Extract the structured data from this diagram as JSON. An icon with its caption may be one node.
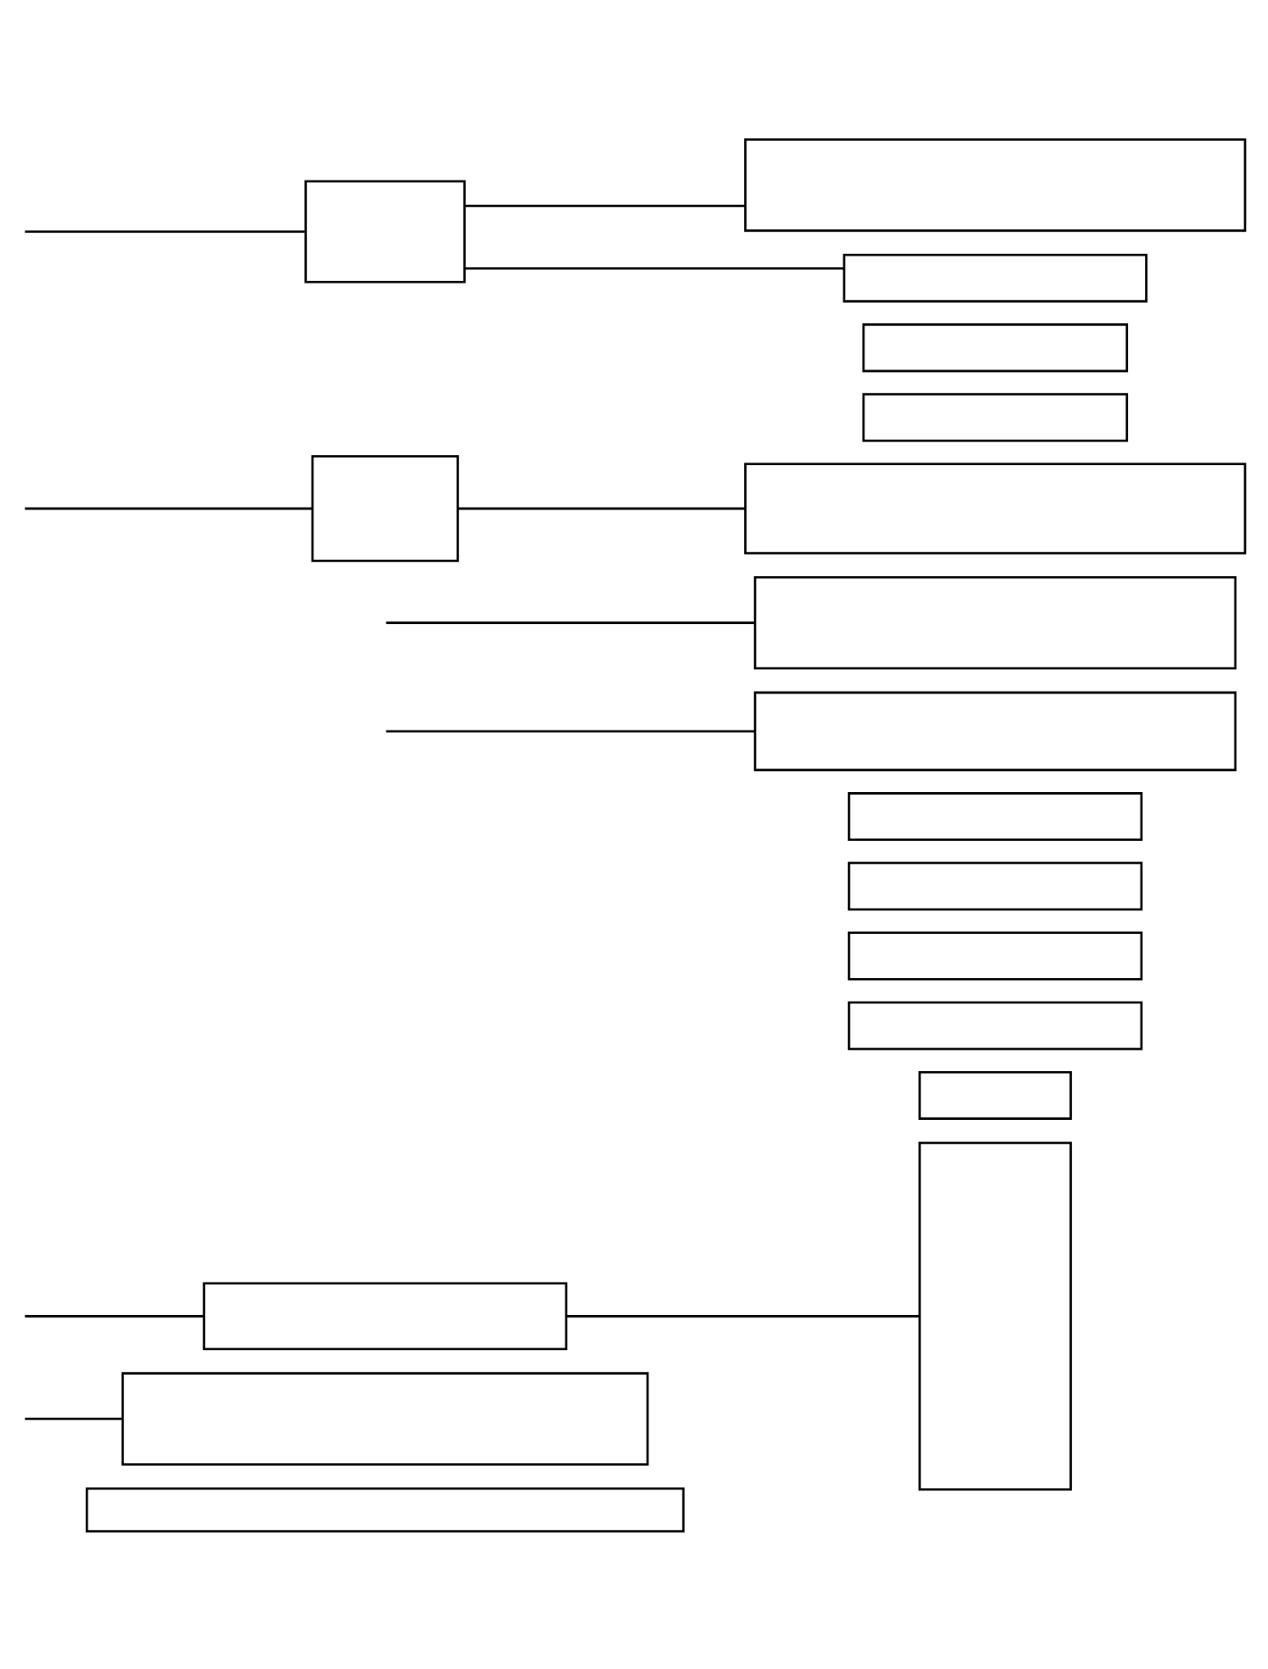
{
  "diagram": {
    "nodes": [
      {
        "text": [],
        "shape": "box"
      },
      {
        "text": [],
        "shape": "box"
      },
      {
        "text": [],
        "shape": "box"
      },
      {
        "text": [],
        "shape": "box"
      },
      {
        "text": [],
        "shape": "box"
      },
      {
        "text": [],
        "shape": "box"
      },
      {
        "text": [],
        "shape": "box"
      },
      {
        "text": [],
        "shape": "box"
      },
      {
        "text": [],
        "shape": "box"
      },
      {
        "text": [],
        "shape": "box"
      },
      {
        "text": [],
        "shape": "box"
      },
      {
        "text": [],
        "shape": "box"
      },
      {
        "text": [],
        "shape": "box"
      },
      {
        "text": [],
        "shape": "box"
      },
      {
        "text": [],
        "shape": "box"
      },
      {
        "text": [],
        "shape": "box"
      },
      {
        "text": [],
        "shape": "box"
      },
      {
        "text": [],
        "shape": "box"
      }
    ],
    "edges": [
      {
        "from": null,
        "to": 2,
        "arrow": "none"
      },
      {
        "from": null,
        "to": 11,
        "arrow": "none"
      },
      {
        "from": null,
        "to": 15,
        "arrow": "none"
      },
      {
        "from": null,
        "to": 1,
        "arrow": "none"
      },
      {
        "from": 2,
        "to": 4,
        "arrow": "none"
      },
      {
        "from": null,
        "to": 9,
        "arrow": "none"
      },
      {
        "from": null,
        "to": 10,
        "arrow": "none"
      },
      {
        "from": 11,
        "to": 12,
        "arrow": "none"
      },
      {
        "from": 15,
        "to": 16,
        "arrow": "none"
      },
      {
        "from": 15,
        "to": 17,
        "arrow": "none"
      }
    ]
  }
}
